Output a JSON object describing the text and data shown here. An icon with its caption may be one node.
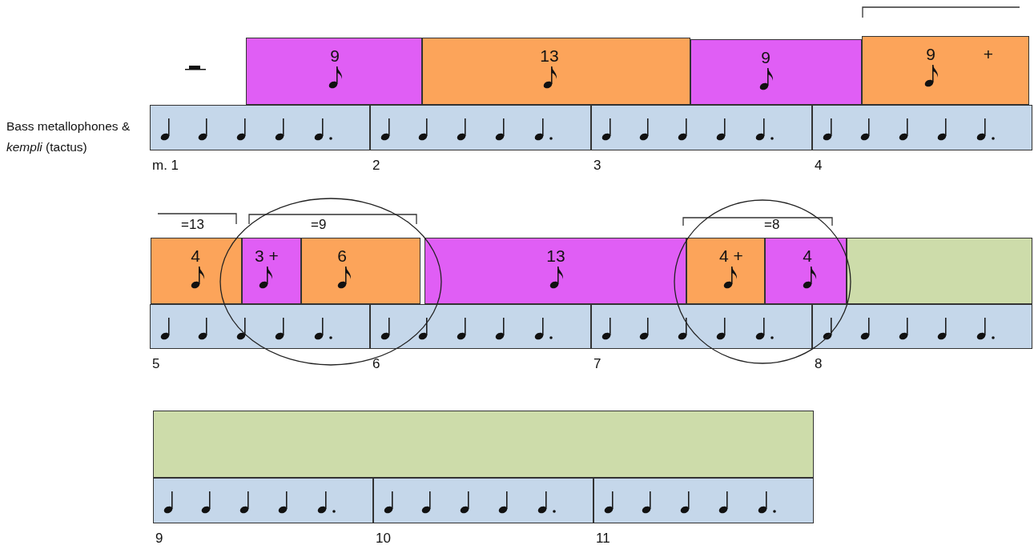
{
  "diagram": {
    "nodes": [
      {
        "text": [
          "9"
        ]
      },
      {
        "text": [
          "13"
        ]
      },
      {
        "text": [
          "9"
        ]
      },
      {
        "text": [
          "9",
          "+"
        ]
      },
      {
        "text": [],
        "shape": "box",
        "beside": [
          "m. 1"
        ]
      },
      {
        "text": [],
        "shape": "box",
        "beside": [
          "2"
        ]
      },
      {
        "text": [],
        "shape": "box",
        "beside": [
          "3"
        ]
      },
      {
        "text": [],
        "shape": "box",
        "beside": [
          "4"
        ]
      },
      {
        "text": [
          "4"
        ]
      },
      {
        "text": [
          "3 +"
        ]
      },
      {
        "text": [
          "6"
        ]
      },
      {
        "text": [
          "13"
        ]
      },
      {
        "text": [
          "4 +"
        ]
      },
      {
        "text": [
          "4"
        ]
      },
      {
        "text": [],
        "shape": "box"
      },
      {
        "text": [],
        "shape": "box",
        "beside": [
          "5"
        ]
      },
      {
        "text": [],
        "shape": "box",
        "beside": [
          "6"
        ]
      },
      {
        "text": [],
        "shape": "box",
        "beside": [
          "7"
        ]
      },
      {
        "text": [],
        "shape": "box",
        "beside": [
          "8"
        ]
      },
      {
        "text": [],
        "shape": "box"
      },
      {
        "text": [],
        "shape": "box",
        "beside": [
          "9"
        ]
      },
      {
        "text": [],
        "shape": "box",
        "beside": [
          "10"
        ]
      },
      {
        "text": [],
        "shape": "box",
        "beside": [
          "11"
        ]
      }
    ],
    "labels": [
      "Bass metallophones & *kempli* (tactus)",
      "=13",
      "=9",
      "=8"
    ]
  }
}
